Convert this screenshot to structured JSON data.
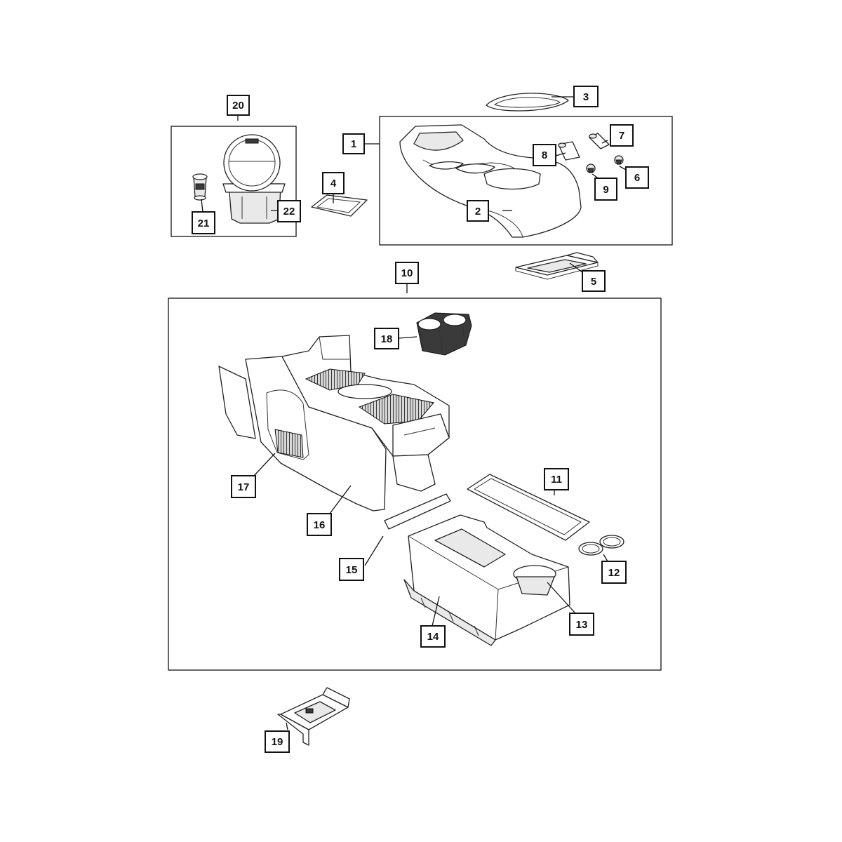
{
  "callouts": [
    {
      "id": "c1",
      "label": "1"
    },
    {
      "id": "c2",
      "label": "2"
    },
    {
      "id": "c3",
      "label": "3"
    },
    {
      "id": "c4",
      "label": "4"
    },
    {
      "id": "c5",
      "label": "5"
    },
    {
      "id": "c6",
      "label": "6"
    },
    {
      "id": "c7",
      "label": "7"
    },
    {
      "id": "c8",
      "label": "8"
    },
    {
      "id": "c9",
      "label": "9"
    },
    {
      "id": "c10",
      "label": "10"
    },
    {
      "id": "c11",
      "label": "11"
    },
    {
      "id": "c12",
      "label": "12"
    },
    {
      "id": "c13",
      "label": "13"
    },
    {
      "id": "c14",
      "label": "14"
    },
    {
      "id": "c15",
      "label": "15"
    },
    {
      "id": "c16",
      "label": "16"
    },
    {
      "id": "c17",
      "label": "17"
    },
    {
      "id": "c18",
      "label": "18"
    },
    {
      "id": "c19",
      "label": "19"
    },
    {
      "id": "c20",
      "label": "20"
    },
    {
      "id": "c21",
      "label": "21"
    },
    {
      "id": "c22",
      "label": "22"
    }
  ],
  "colors": {
    "line": "#111111",
    "background": "#ffffff",
    "fill": "#e9e9e9",
    "dark": "#3a3a3a"
  }
}
